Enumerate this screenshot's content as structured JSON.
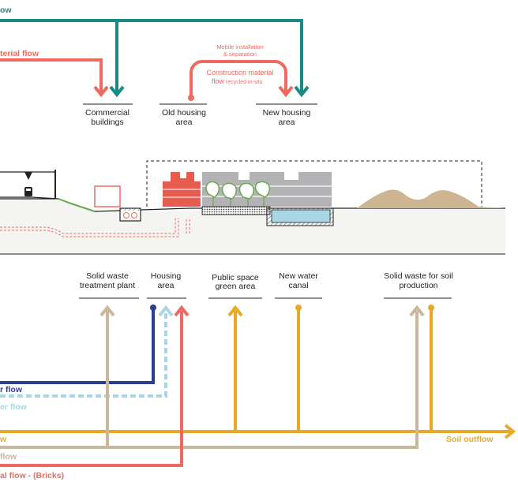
{
  "colors": {
    "teal": "#1a8a86",
    "coral": "#ee6a5e",
    "navy": "#2d3e8f",
    "lightblue": "#a9d6e5",
    "gold": "#e8a92a",
    "tan": "#c9b79c",
    "ground": "#f4f4f2",
    "grey_building": "#b3b3b6",
    "red_building": "#e85b4f",
    "mound": "#cdb592"
  },
  "top_flows": {
    "teal_label": "ow",
    "coral_label": "terial flow",
    "mobile_installation_label": "Mobile installation",
    "separation_label": "& separation",
    "construction_label_line1": "Construction material",
    "construction_label_flow": "flow",
    "construction_label_recycled": "recycled in-situ"
  },
  "top_destinations": {
    "commercial_line1": "Commercial",
    "commercial_line2": "buildings",
    "old_housing_line1": "Old housing",
    "old_housing_line2": "area",
    "new_housing_line1": "New housing",
    "new_housing_line2": "area"
  },
  "bottom_destinations": {
    "solid_waste_line1": "Solid waste",
    "solid_waste_line2": "treatment plant",
    "housing_line1": "Housing",
    "housing_line2": "area",
    "public_space_line1": "Public space",
    "public_space_line2": "green area",
    "canal_line1": "New water",
    "canal_line2": "canal",
    "soil_line1": "Solid waste for soil",
    "soil_line2": "production"
  },
  "bottom_flows": {
    "navy_label": "r flow",
    "lightblue_label": "er flow",
    "gold_label": "w",
    "tan_label": "flow",
    "coral_label": "al flow - (Bricks)",
    "soil_outflow_label": "Soil outflow"
  }
}
